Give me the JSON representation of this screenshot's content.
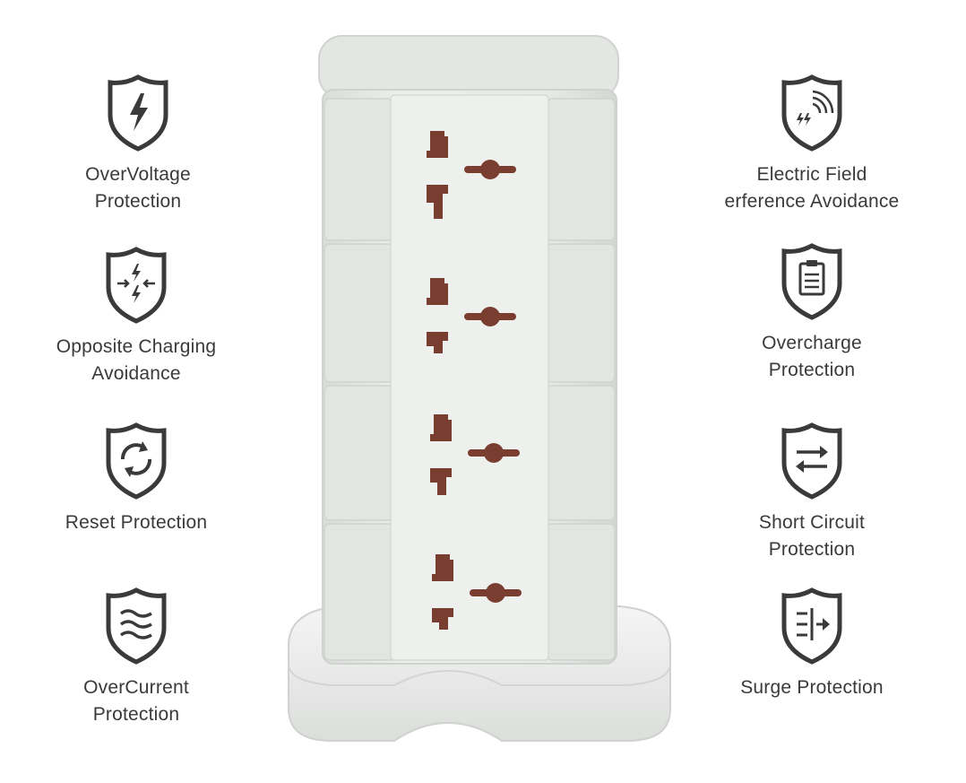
{
  "colors": {
    "icon": "#3a3a3a",
    "text": "#3a3a3a",
    "tower_body": "#e6e8e6",
    "tower_shade": "#d4d7d4",
    "socket_hole": "#7a3e30"
  },
  "features": {
    "left": [
      {
        "label": "OverVoltage\nProtection",
        "icon": "lightning-bolt-icon"
      },
      {
        "label": "Opposite Charging\nAvoidance",
        "icon": "opposite-arrows-bolt-icon"
      },
      {
        "label": "Reset Protection",
        "icon": "refresh-arrows-icon"
      },
      {
        "label": "OverCurrent\nProtection",
        "icon": "waves-icon"
      }
    ],
    "right": [
      {
        "label": "Electric Field\nerference Avoidance",
        "icon": "signal-bolt-icon"
      },
      {
        "label": "Overcharge\nProtection",
        "icon": "clipboard-icon"
      },
      {
        "label": "Short Circuit\nProtection",
        "icon": "swap-arrows-icon"
      },
      {
        "label": "Surge Protection",
        "icon": "lines-arrow-icon"
      }
    ]
  },
  "product": {
    "socket_count": 4
  }
}
